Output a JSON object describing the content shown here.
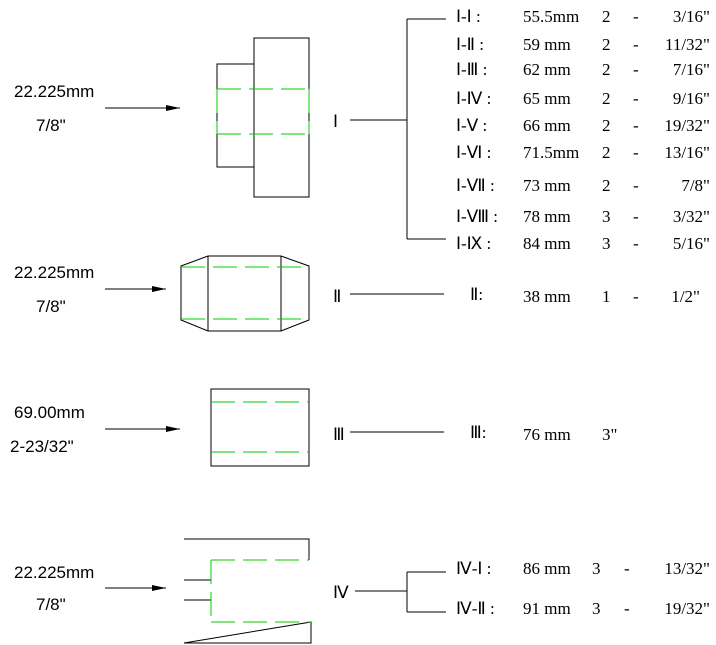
{
  "inputs": [
    {
      "mm": "22.225mm",
      "inch": "7/8\""
    },
    {
      "mm": "22.225mm",
      "inch": "7/8\""
    },
    {
      "mm": "69.00mm",
      "inch": "2-23/32\""
    },
    {
      "mm": "22.225mm",
      "inch": "7/8\""
    }
  ],
  "parts": [
    {
      "label": "Ⅰ"
    },
    {
      "label": "Ⅱ"
    },
    {
      "label": "Ⅲ"
    },
    {
      "label": "Ⅳ"
    }
  ],
  "group1": [
    {
      "id": "Ⅰ-Ⅰ :",
      "mm": "55.5mm",
      "ft": "2",
      "dash": "-",
      "frac": "3/16\""
    },
    {
      "id": "Ⅰ-Ⅱ :",
      "mm": "59  mm",
      "ft": "2",
      "dash": "-",
      "frac": "11/32\""
    },
    {
      "id": "Ⅰ-Ⅲ :",
      "mm": "62  mm",
      "ft": "2",
      "dash": "-",
      "frac": "7/16\""
    },
    {
      "id": "Ⅰ-Ⅳ :",
      "mm": "65  mm",
      "ft": "2",
      "dash": "-",
      "frac": "9/16\""
    },
    {
      "id": "Ⅰ-Ⅴ :",
      "mm": "66  mm",
      "ft": "2",
      "dash": "-",
      "frac": "19/32\""
    },
    {
      "id": "Ⅰ-Ⅵ :",
      "mm": "71.5mm",
      "ft": "2",
      "dash": "-",
      "frac": "13/16\""
    },
    {
      "id": "Ⅰ-Ⅶ :",
      "mm": "73  mm",
      "ft": "2",
      "dash": "-",
      "frac": "7/8\""
    },
    {
      "id": "Ⅰ-Ⅷ :",
      "mm": "78  mm",
      "ft": "3",
      "dash": "-",
      "frac": "3/32\""
    },
    {
      "id": "Ⅰ-Ⅸ :",
      "mm": "84  mm",
      "ft": "3",
      "dash": "-",
      "frac": "5/16\""
    }
  ],
  "group2": {
    "id": "Ⅱ:",
    "mm": "38  mm",
    "ft": "1",
    "dash": "-",
    "frac": "1/2\""
  },
  "group3": {
    "id": "Ⅲ:",
    "mm": "76  mm",
    "frac": "3\""
  },
  "group4": [
    {
      "id": "Ⅳ-Ⅰ :",
      "mm": "86  mm",
      "ft": "3",
      "dash": "-",
      "frac": "13/32\""
    },
    {
      "id": "Ⅳ-Ⅱ :",
      "mm": "91  mm",
      "ft": "3",
      "dash": "-",
      "frac": "19/32\""
    }
  ]
}
